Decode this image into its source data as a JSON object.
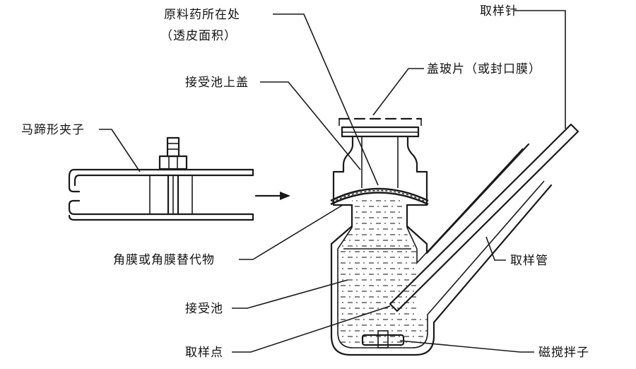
{
  "labels": {
    "raw_drug": "原料药所在处",
    "raw_drug_sub": "（透皮面积）",
    "sampling_needle": "取样针",
    "cover_glass": "盖玻片（或封口膜）",
    "receptor_cap": "接受池上盖",
    "horseshoe_clamp": "马蹄形夹子",
    "membrane": "角膜或角膜替代物",
    "sampling_tube": "取样管",
    "receptor_cell": "接受池",
    "sampling_point": "取样点",
    "stir_bar": "磁搅拌子"
  },
  "colors": {
    "line": "#1a1a1a",
    "text": "#111111",
    "background": "#ffffff"
  }
}
